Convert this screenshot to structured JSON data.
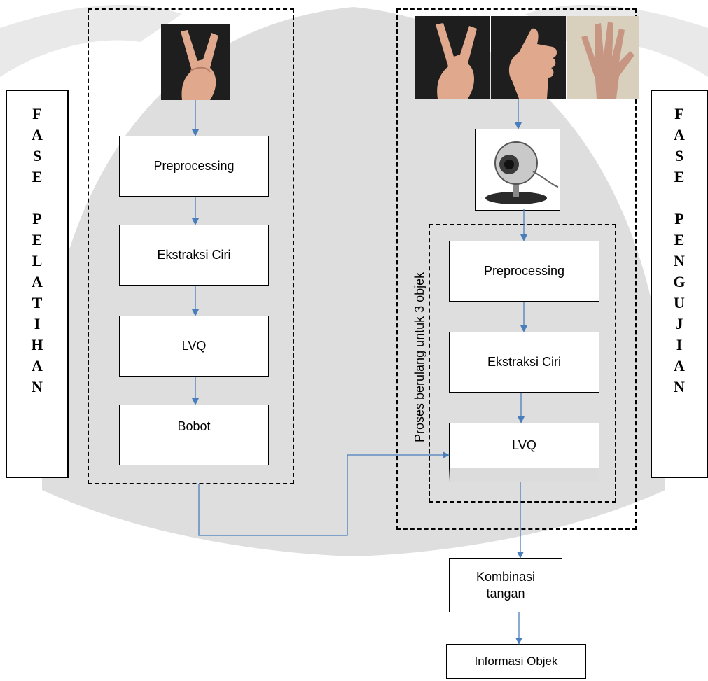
{
  "colors": {
    "background_watermark": "#d8d8d8",
    "arrow": "#4a7ebb",
    "dashed_border": "#000000"
  },
  "left_label": {
    "letters": [
      "F",
      "A",
      "S",
      "E",
      "",
      "P",
      "E",
      "L",
      "A",
      "T",
      "I",
      "H",
      "A",
      "N"
    ]
  },
  "right_label": {
    "letters": [
      "F",
      "A",
      "S",
      "E",
      "",
      "P",
      "E",
      "N",
      "G",
      "U",
      "J",
      "I",
      "A",
      "N"
    ]
  },
  "training": {
    "preprocessing": "Preprocessing",
    "feature_extraction": "Ekstraksi Ciri",
    "lvq": "LVQ",
    "weights": "Bobot",
    "input_image": "peace-hand-gesture"
  },
  "testing": {
    "images": [
      "peace-hand-gesture",
      "thumbs-up-hand-gesture",
      "open-palm-hand-gesture"
    ],
    "camera": "webcam",
    "loop_label": "Proses berulang untuk 3 objek",
    "preprocessing": "Preprocessing",
    "feature_extraction": "Ekstraksi Ciri",
    "lvq": "LVQ",
    "combination": "Kombinasi tangan",
    "output": "Informasi Objek"
  }
}
